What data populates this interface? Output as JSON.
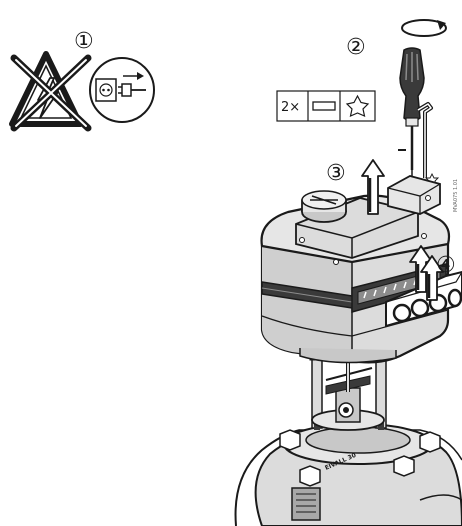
{
  "steps": {
    "step1": "①",
    "step2": "②",
    "step3": "③",
    "step4": "④"
  },
  "tool_box": {
    "quantity": "2×"
  },
  "drawing_code": "MVA075 1.01",
  "body_stamp": "EIVALL 30",
  "colors": {
    "line": "#1a1a1a",
    "body": "#dcdcdc",
    "body_dark": "#a8a8a8",
    "shadow": "#8c8c8c",
    "white": "#ffffff"
  },
  "icons": [
    "no-voltage-warning-icon",
    "unplug-power-icon",
    "rotate-arrow-icon",
    "screwdriver-icon",
    "allen-key-icon",
    "torx-bit-icon"
  ]
}
